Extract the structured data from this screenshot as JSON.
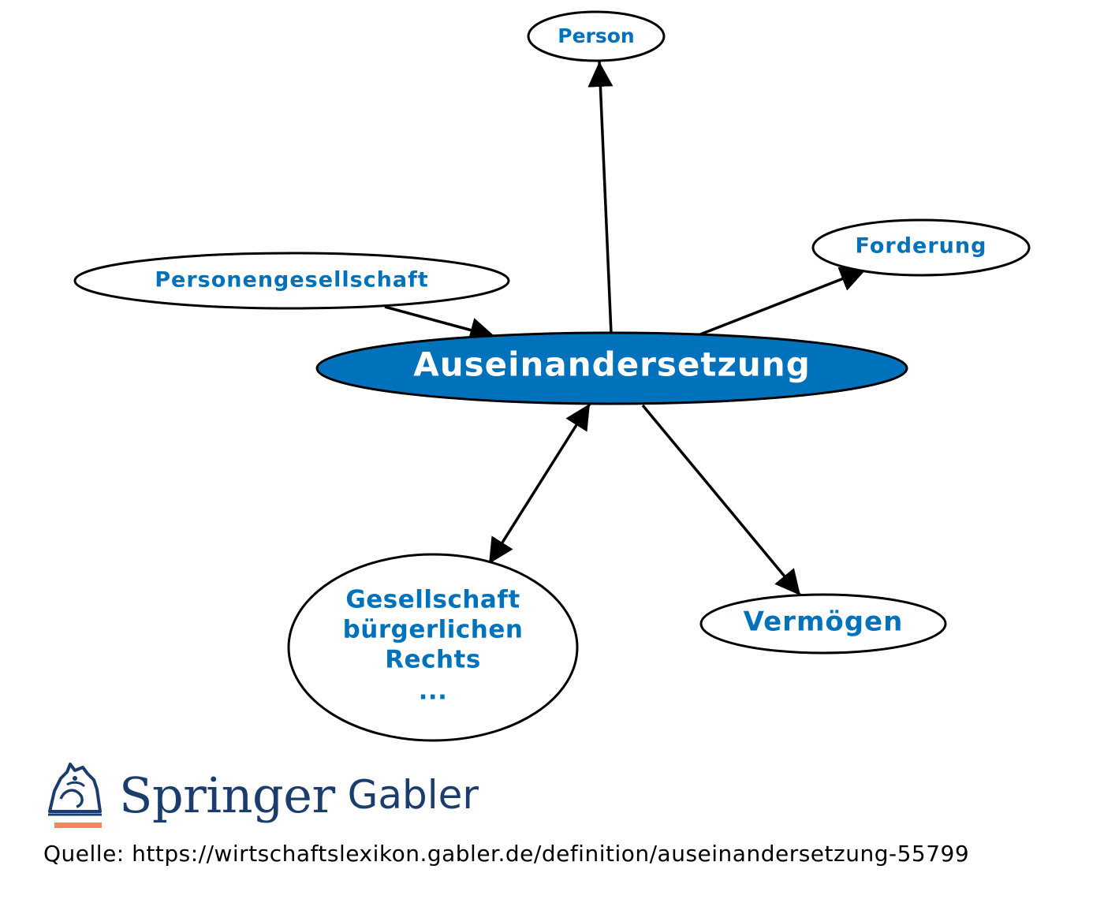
{
  "diagram": {
    "center": "Auseinandersetzung",
    "nodes": {
      "person": "Person",
      "forderung": "Forderung",
      "personengesellschaft": "Personengesellschaft",
      "gbr_line1": "Gesellschaft",
      "gbr_line2": "bürgerlichen",
      "gbr_line3": "Rechts",
      "gbr_line4": "...",
      "vermoegen": "Vermögen"
    },
    "colors": {
      "center_fill": "#0072bc",
      "label": "#0072bc",
      "outline": "#000000"
    }
  },
  "footer": {
    "brand": "Springer",
    "brand_sub": "Gabler",
    "source": "Quelle: https://wirtschaftslexikon.gabler.de/definition/auseinandersetzung-55799"
  }
}
